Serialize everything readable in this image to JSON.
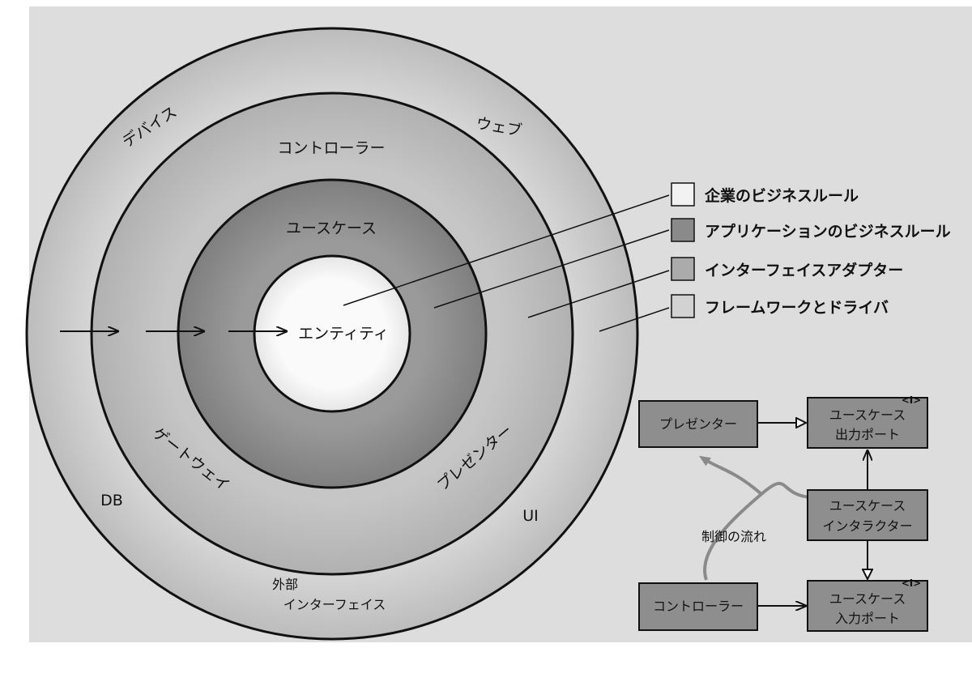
{
  "rings": {
    "outer": {
      "top_left": "デバイス",
      "top_right": "ウェブ",
      "bottom_left": "DB",
      "bottom_right": "UI",
      "bottom_line1": "外部",
      "bottom_line2": "インターフェイス"
    },
    "second": {
      "top": "コントローラー",
      "bottom_left": "ゲートウェイ",
      "bottom_right": "プレゼンター"
    },
    "third": {
      "top": "ユースケース"
    },
    "core": {
      "label": "エンティティ"
    }
  },
  "legend": [
    {
      "label": "企業のビジネスルール",
      "color": "#f2f2f2"
    },
    {
      "label": "アプリケーションのビジネスルール",
      "color": "#8a8a8a"
    },
    {
      "label": "インターフェイスアダプター",
      "color": "#ababab"
    },
    {
      "label": "フレームワークとドライバ",
      "color": "#d2d2d2"
    }
  ],
  "flow_diagram": {
    "presenter": "プレゼンター",
    "output_port_line1": "ユースケース",
    "output_port_line2": "出力ポート",
    "interactor_line1": "ユースケース",
    "interactor_line2": "インタラクター",
    "controller": "コントローラー",
    "input_port_line1": "ユースケース",
    "input_port_line2": "入力ポート",
    "interface_marker": "<I>",
    "flow_label": "制御の流れ"
  },
  "colors": {
    "background": "#dcdcdc",
    "outer_ring": "#c9c9c9",
    "second_ring": "#bdbdbd",
    "third_ring": "#8d8d8d",
    "core": "#f7f7f7",
    "box_fill": "#8e8e8e",
    "flow_curve": "#8a8a8a"
  }
}
